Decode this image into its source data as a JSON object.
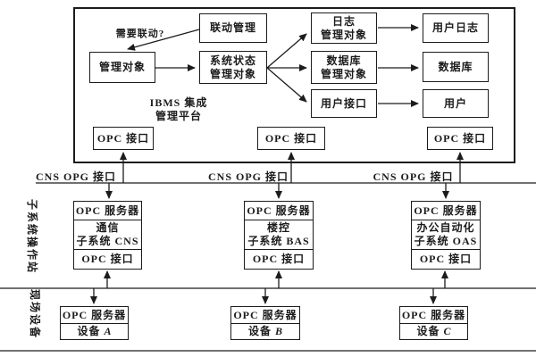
{
  "platform": {
    "title": [
      "IBMS 集成",
      "管理平台"
    ],
    "question": "需要联动?",
    "linkage_box": "联动管理",
    "mgmt_object_box": "管理对象",
    "sys_status_box": [
      "系统状态",
      "管理对象"
    ],
    "log_mgmt_box": [
      "日志",
      "管理对象"
    ],
    "db_mgmt_box": [
      "数据库",
      "管理对象"
    ],
    "user_interface_box": "用户接口",
    "user_log_box": "用户日志",
    "database_box": "数据库",
    "user_box": "用户",
    "opc_interface_boxes": [
      "OPC 接口",
      "OPC 接口",
      "OPC 接口"
    ]
  },
  "bus": {
    "labels": [
      "CNS OPG 接口",
      "CNS OPG 接口",
      "CNS OPG 接口"
    ]
  },
  "side_labels": {
    "subsystem_layer": "子系统操作站",
    "field_layer": "现场设备"
  },
  "subsystems": [
    {
      "server": "OPC 服务器",
      "name": [
        "通信",
        "子系统 CNS"
      ],
      "interface": "OPC 接口"
    },
    {
      "server": "OPC 服务器",
      "name": [
        "楼控",
        "子系统 BAS"
      ],
      "interface": "OPC 接口"
    },
    {
      "server": "OPC 服务器",
      "name": [
        "办公自动化",
        "子系统 OAS"
      ],
      "interface": "OPC 接口"
    }
  ],
  "devices": [
    {
      "server": "OPC 服务器",
      "label": "设备",
      "id": "A"
    },
    {
      "server": "OPC 服务器",
      "label": "设备",
      "id": "B"
    },
    {
      "server": "OPC 服务器",
      "label": "设备",
      "id": "C"
    }
  ],
  "colors": {
    "line": "#1c1c1c",
    "background": "#ffffff"
  }
}
